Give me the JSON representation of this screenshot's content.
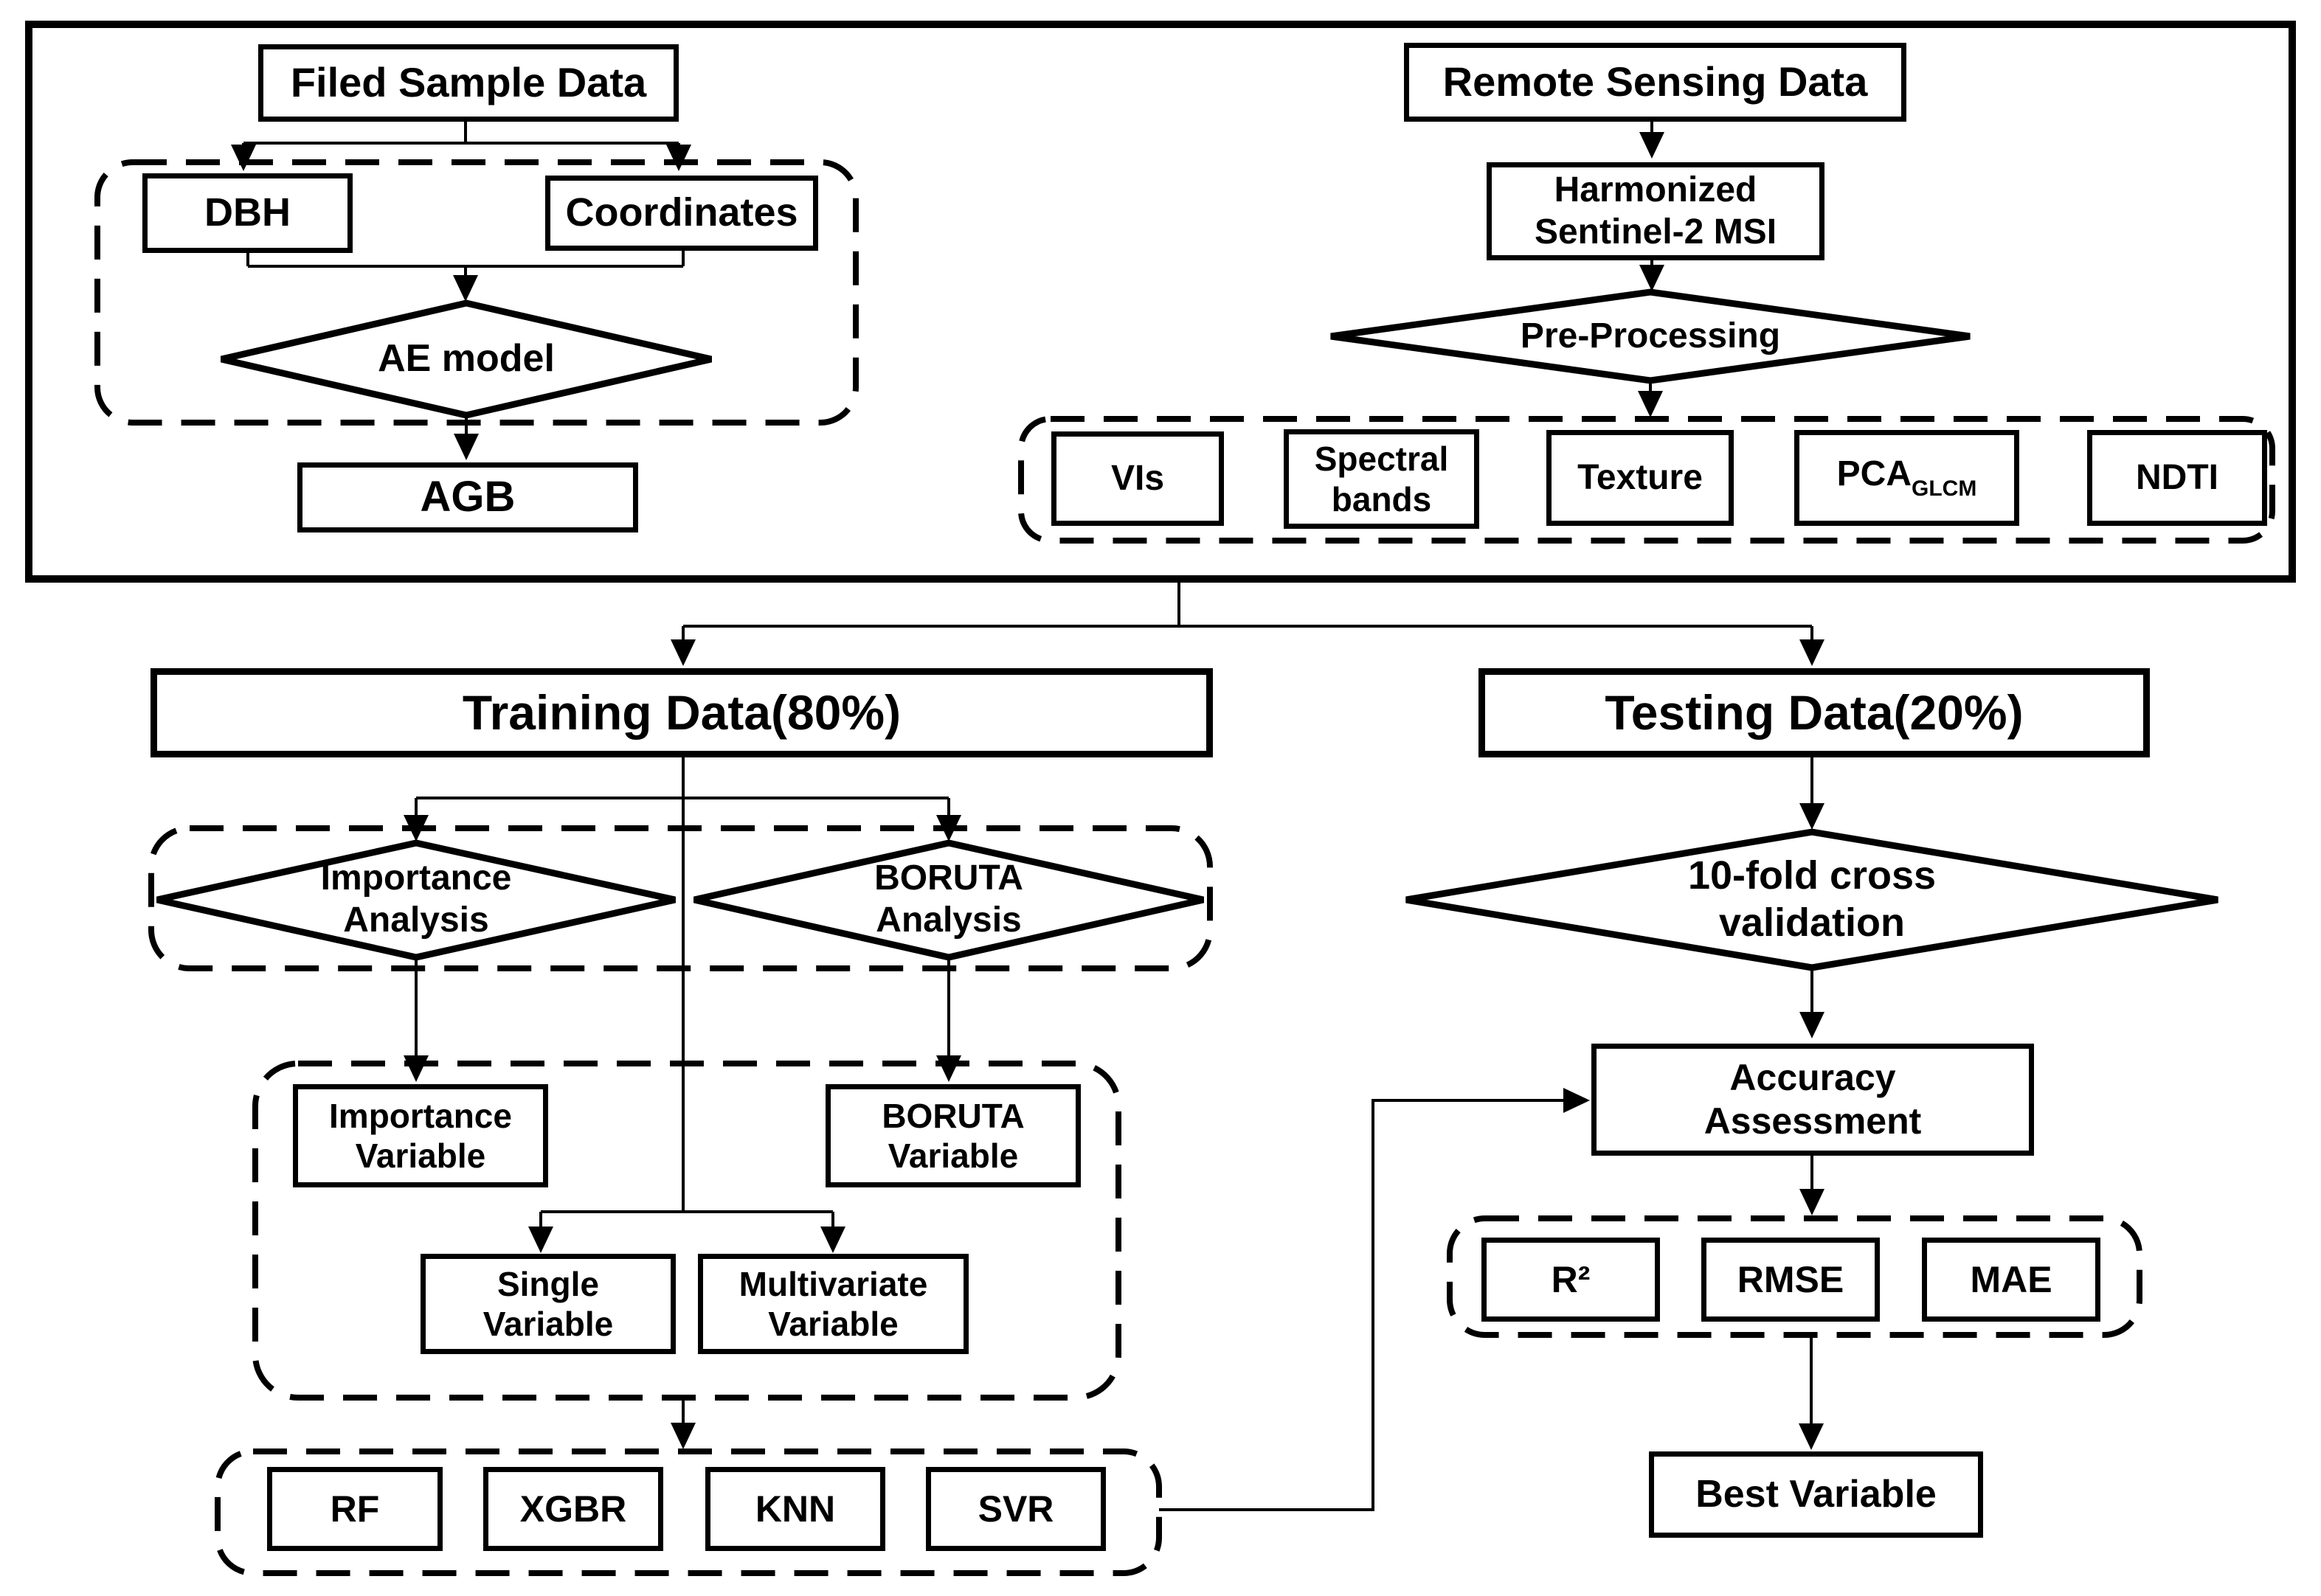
{
  "colors": {
    "line": "#000000",
    "background": "#ffffff"
  },
  "field_branch": {
    "source": "Filed Sample Data",
    "dbh": "DBH",
    "coordinates": "Coordinates",
    "model": "AE model",
    "output": "AGB"
  },
  "remote_branch": {
    "source": "Remote Sensing Data",
    "harmonized": "Harmonized\nSentinel-2 MSI",
    "pre_processing": "Pre-Processing",
    "features": {
      "vis": "VIs",
      "spectral": "Spectral\nbands",
      "texture": "Texture",
      "pca_base": "PCA",
      "pca_sub": "GLCM",
      "ndti": "NDTI"
    }
  },
  "data_split": {
    "training": "Training Data(80%)",
    "testing": "Testing Data(20%)"
  },
  "training_branch": {
    "importance_analysis": "Importance\nAnalysis",
    "boruta_analysis": "BORUTA\nAnalysis",
    "importance_variable": "Importance\nVariable",
    "boruta_variable": "BORUTA\nVariable",
    "single_variable": "Single\nVariable",
    "multivariate_variable": "Multivariate\nVariable",
    "models": [
      "RF",
      "XGBR",
      "KNN",
      "SVR"
    ]
  },
  "testing_branch": {
    "cross_validation": "10-fold cross\nvalidation",
    "accuracy": "Accuracy\nAssessment",
    "metrics": [
      "R²",
      "RMSE",
      "MAE"
    ],
    "best_variable": "Best Variable"
  }
}
